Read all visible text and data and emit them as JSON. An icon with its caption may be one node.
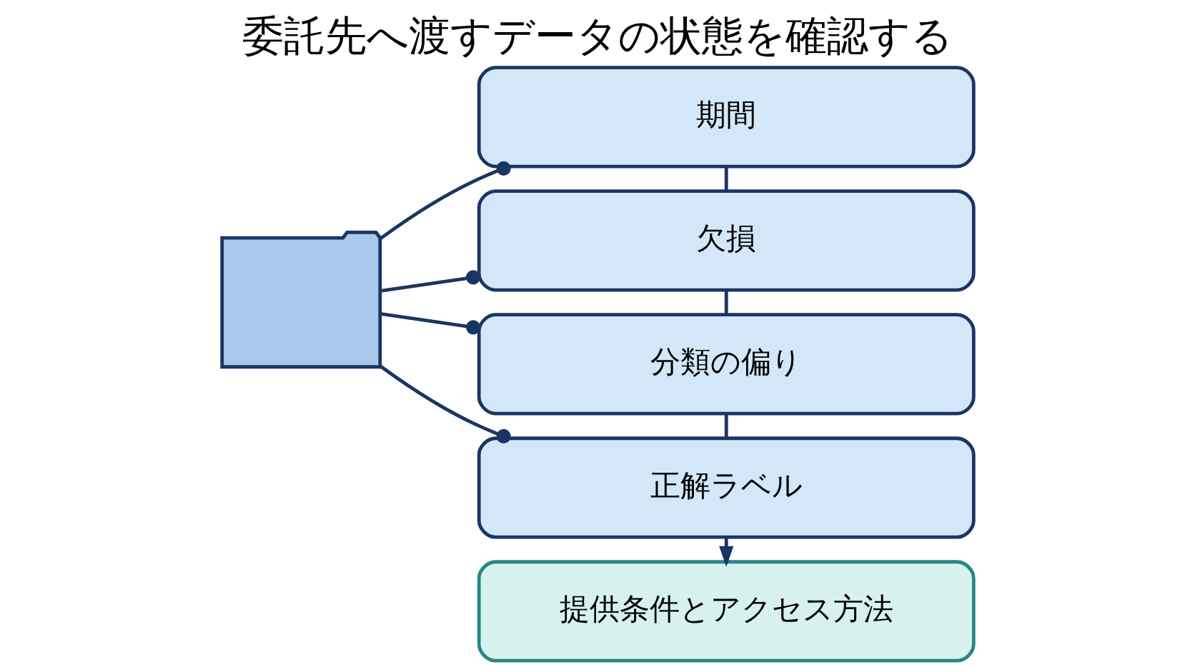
{
  "diagram": {
    "title": "委託先へ渡すデータの状態を確認する",
    "nodes": [
      {
        "text": [],
        "shape": "folder"
      },
      {
        "text": [
          "期間"
        ]
      },
      {
        "text": [
          "欠損"
        ]
      },
      {
        "text": [
          "分類の偏り"
        ]
      },
      {
        "text": [
          "正解ラベル"
        ]
      },
      {
        "text": [
          "提供条件とアクセス方法"
        ]
      }
    ],
    "edges": [
      {
        "from": 0,
        "to": 1,
        "arrow": "other"
      },
      {
        "from": 0,
        "to": 2,
        "arrow": "other"
      },
      {
        "from": 0,
        "to": 3,
        "arrow": "other"
      },
      {
        "from": 0,
        "to": 4,
        "arrow": "other"
      },
      {
        "from": 1,
        "to": 2,
        "arrow": "none"
      },
      {
        "from": 2,
        "to": 3,
        "arrow": "none"
      },
      {
        "from": 3,
        "to": 4,
        "arrow": "none"
      },
      {
        "from": 4,
        "to": 5,
        "arrow": "to"
      }
    ]
  }
}
